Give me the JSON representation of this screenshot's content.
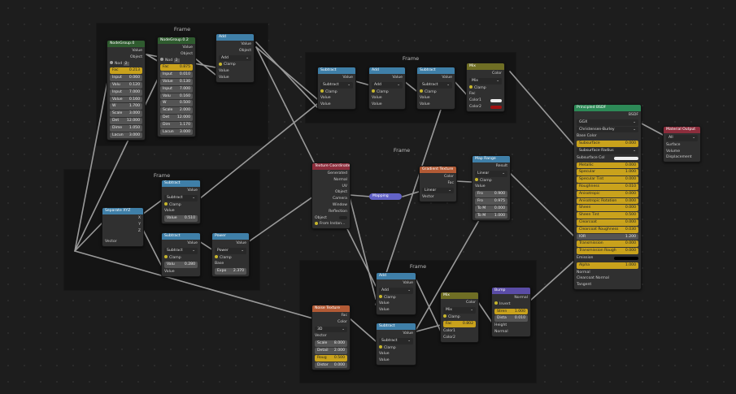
{
  "frame_title": "Frame",
  "frames": [
    "Frame",
    "Frame",
    "Frame",
    "Frame",
    "Frame"
  ],
  "reroute_label": "Mapping",
  "colors": {
    "converter": "#3f7fa8",
    "vector": "#5a4ca6",
    "texture": "#b25a35",
    "input": "#8c2d3c",
    "color": "#6f6e24",
    "shader": "#2d8a57",
    "group": "#2f5b2f"
  },
  "nodes": {
    "ng1": {
      "title": "NodeGroup.0",
      "outputs": [
        "Value",
        "Object"
      ],
      "nod": "Nod",
      "nod_count": "2",
      "fac": "Fac",
      "fac_val": "0.213",
      "fields": [
        [
          "Input",
          "0.060"
        ],
        [
          "Valu",
          "0.120"
        ],
        [
          "Input",
          "7.000"
        ],
        [
          "Value",
          "0.160"
        ],
        [
          "W",
          "1.700"
        ],
        [
          "Scale",
          "3.000"
        ],
        [
          "Det",
          "12.000"
        ],
        [
          "Dime",
          "1.050"
        ],
        [
          "Lacun",
          "3.000"
        ]
      ]
    },
    "ng2": {
      "title": "NodeGroup.0.2",
      "outputs": [
        "Value",
        "Object"
      ],
      "nod": "Nod",
      "nod_count": "2",
      "fac": "Fac",
      "fac_val": "0.875",
      "fields": [
        [
          "Input",
          "0.010"
        ],
        [
          "Value",
          "0.130"
        ],
        [
          "Input",
          "7.000"
        ],
        [
          "Valu",
          "0.160"
        ],
        [
          "W",
          "0.500"
        ],
        [
          "Scale",
          "2.000"
        ],
        [
          "Det",
          "12.000"
        ],
        [
          "Dim",
          "1.170"
        ],
        [
          "Lacun",
          "3.000"
        ]
      ]
    },
    "add1": {
      "title": "Add",
      "outputs": [
        "Value",
        "Object"
      ],
      "op": "Add",
      "clamp": "Clamp",
      "inputs": [
        "Value",
        "Value"
      ]
    },
    "subtract1": {
      "title": "Subtract",
      "output": "Value",
      "op": "Subtract",
      "clamp": "Clamp",
      "inputs": [
        "Value",
        "Value"
      ]
    },
    "add2": {
      "title": "Add",
      "output": "Value",
      "op": "Add",
      "clamp": "Clamp",
      "inputs": [
        "Value",
        "Value"
      ]
    },
    "subtract2": {
      "title": "Subtract",
      "output": "Value",
      "op": "Subtract",
      "clamp": "Clamp",
      "inputs": [
        "Value",
        "Value"
      ]
    },
    "mix1": {
      "title": "Mix",
      "output": "Color",
      "op": "Mix",
      "clamp": "Clamp",
      "fac": "Fac",
      "inputs": [
        "Color1",
        "Color2"
      ]
    },
    "separate": {
      "title": "Separate XYZ",
      "outputs": [
        "X",
        "Y",
        "Z"
      ],
      "input": "Vector"
    },
    "subtract3": {
      "title": "Subtract",
      "output": "Value",
      "op": "Subtract",
      "clamp": "Clamp",
      "field": [
        "Value",
        "0.510"
      ],
      "input": "Value"
    },
    "subtract4": {
      "title": "Subtract",
      "output": "Value",
      "op": "Subtract",
      "clamp": "Clamp",
      "field": [
        "Valu",
        "0.280"
      ],
      "input": "Value"
    },
    "power": {
      "title": "Power",
      "output": "Value",
      "op": "Power",
      "clamp": "Clamp",
      "input": "Base",
      "field": [
        "Expo",
        "2.370"
      ]
    },
    "texcoord": {
      "title": "Texture Coordinate",
      "outputs": [
        "Generated",
        "Normal",
        "UV",
        "Object",
        "Camera",
        "Window",
        "Reflection"
      ],
      "object": "Object",
      "from_instancer": "From Instan..."
    },
    "gradient": {
      "title": "Gradient Texture",
      "outputs": [
        "Color",
        "Fac"
      ],
      "op": "Linear",
      "input": "Vector"
    },
    "maprange": {
      "title": "Map Range",
      "output": "Result",
      "op": "Linear",
      "clamp": "Clamp",
      "input": "Value",
      "fields": [
        [
          "Fro",
          "0.900"
        ],
        [
          "Fro",
          "0.975"
        ],
        [
          "To M",
          "0.000"
        ],
        [
          "To M",
          "1.000"
        ]
      ]
    },
    "bsdf": {
      "title": "Principled BSDF",
      "output": "BSDF",
      "dist": "GGX",
      "sss": "Christensen-Burley",
      "base_color": "Base Color",
      "rows": [
        [
          "Subsurface",
          "0.000"
        ],
        [
          "Subsurface Radius",
          ""
        ],
        [
          "Subsurface Col",
          ""
        ],
        [
          "Metallic",
          "0.000"
        ],
        [
          "Specular",
          "1.000"
        ],
        [
          "Specular Tint",
          "0.000"
        ],
        [
          "Roughness",
          "0.010"
        ],
        [
          "Anisotropic",
          "0.000"
        ],
        [
          "Anisotropic Rotation",
          "0.000"
        ],
        [
          "Sheen",
          "0.000"
        ],
        [
          "Sheen Tint",
          "0.500"
        ],
        [
          "Clearcoat",
          "0.000"
        ],
        [
          "Clearcoat Roughness",
          "0.030"
        ],
        [
          "IOR",
          "1.200"
        ],
        [
          "Transmission",
          "0.000"
        ],
        [
          "Transmission Rough",
          "0.000"
        ],
        [
          "Emission",
          ""
        ],
        [
          "Alpha",
          "1.000"
        ],
        [
          "Normal",
          ""
        ],
        [
          "Clearcoat Normal",
          ""
        ],
        [
          "Tangent",
          ""
        ]
      ]
    },
    "matout": {
      "title": "Material Output",
      "op": "All",
      "inputs": [
        "Surface",
        "Volume",
        "Displacement"
      ]
    },
    "add3": {
      "title": "Add",
      "output": "Value",
      "op": "Add",
      "clamp": "Clamp",
      "inputs": [
        "Value",
        "Value"
      ]
    },
    "subtract5": {
      "title": "Subtract",
      "output": "Value",
      "op": "Subtract",
      "clamp": "Clamp",
      "inputs": [
        "Value",
        "Value"
      ]
    },
    "mix2": {
      "title": "Mix",
      "output": "Color",
      "op": "Mix",
      "clamp": "Clamp",
      "fac": "Fac",
      "fac_val": "0.802",
      "inputs": [
        "Color1",
        "Color2"
      ]
    },
    "bump": {
      "title": "Bump",
      "output": "Normal",
      "invert": "Invert",
      "fields": [
        [
          "Stren",
          "1.000"
        ],
        [
          "Dista",
          "0.010"
        ]
      ],
      "inputs": [
        "Height",
        "Normal"
      ]
    },
    "noise": {
      "title": "Noise Texture",
      "outputs": [
        "Fac",
        "Color"
      ],
      "op": "3D",
      "input": "Vector",
      "fields": [
        [
          "Scale",
          "8.000"
        ],
        [
          "Detail",
          "2.000"
        ],
        [
          "Roug",
          "0.500"
        ],
        [
          "Distor",
          "0.000"
        ]
      ]
    }
  }
}
